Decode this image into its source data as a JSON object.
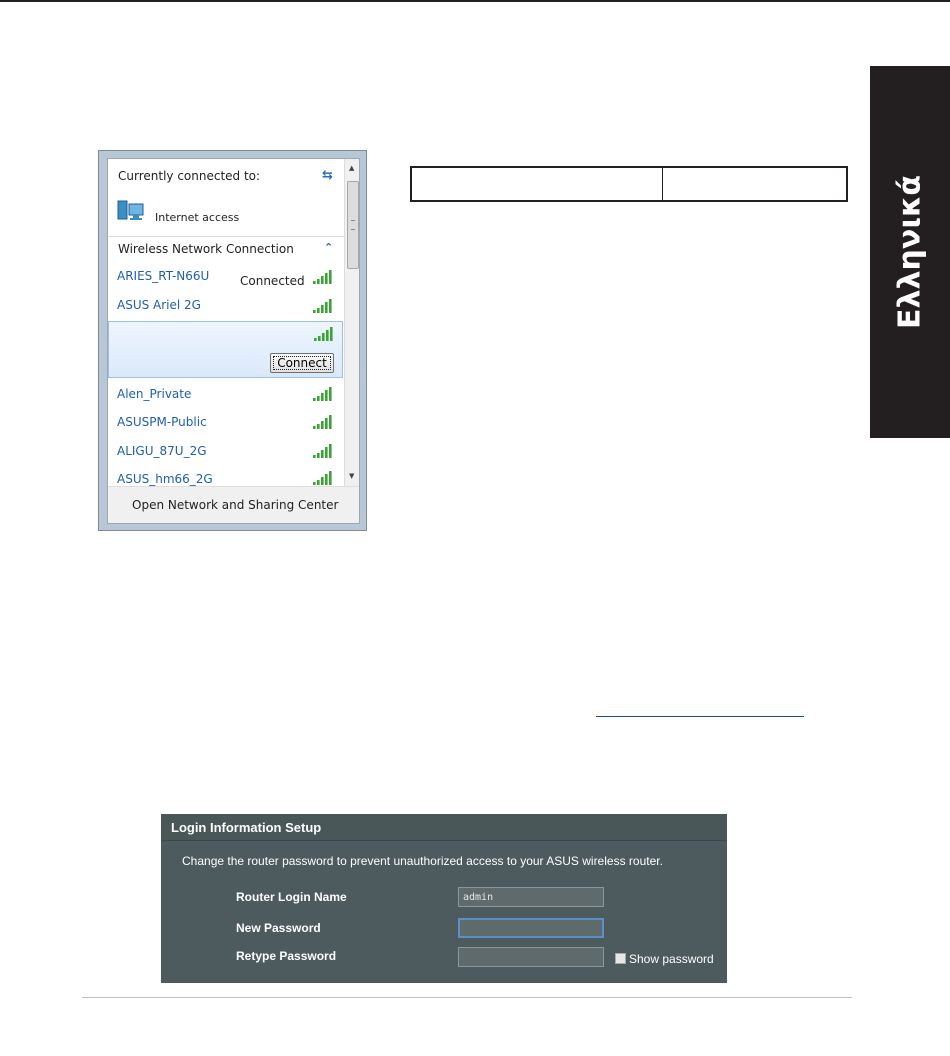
{
  "language_tab": {
    "label": "Ελληνικά"
  },
  "network_flyout": {
    "header_label": "Currently connected to:",
    "connection_status": "Internet access",
    "section_title": "Wireless Network Connection",
    "networks": [
      {
        "name": "ARIES_RT-N66U",
        "status": "Connected"
      },
      {
        "name": "ASUS Ariel 2G",
        "status": ""
      },
      {
        "name": "",
        "status": "",
        "action": "Connect"
      },
      {
        "name": "Alen_Private",
        "status": ""
      },
      {
        "name": "ASUSPM-Public",
        "status": ""
      },
      {
        "name": "ALIGU_87U_2G",
        "status": ""
      },
      {
        "name": "ASUS_hm66_2G",
        "status": ""
      }
    ],
    "footer_link": "Open Network and Sharing Center",
    "accent_color": "#1d5fb0"
  },
  "login_panel": {
    "title": "Login Information Setup",
    "description": "Change the router password to prevent unauthorized access to your ASUS wireless router.",
    "login_name_label": "Router Login Name",
    "login_name_value": "admin",
    "new_password_label": "New Password",
    "new_password_value": "",
    "retype_password_label": "Retype Password",
    "retype_password_value": "",
    "show_password_label": "Show password",
    "panel_color": "#4d5a5e"
  }
}
